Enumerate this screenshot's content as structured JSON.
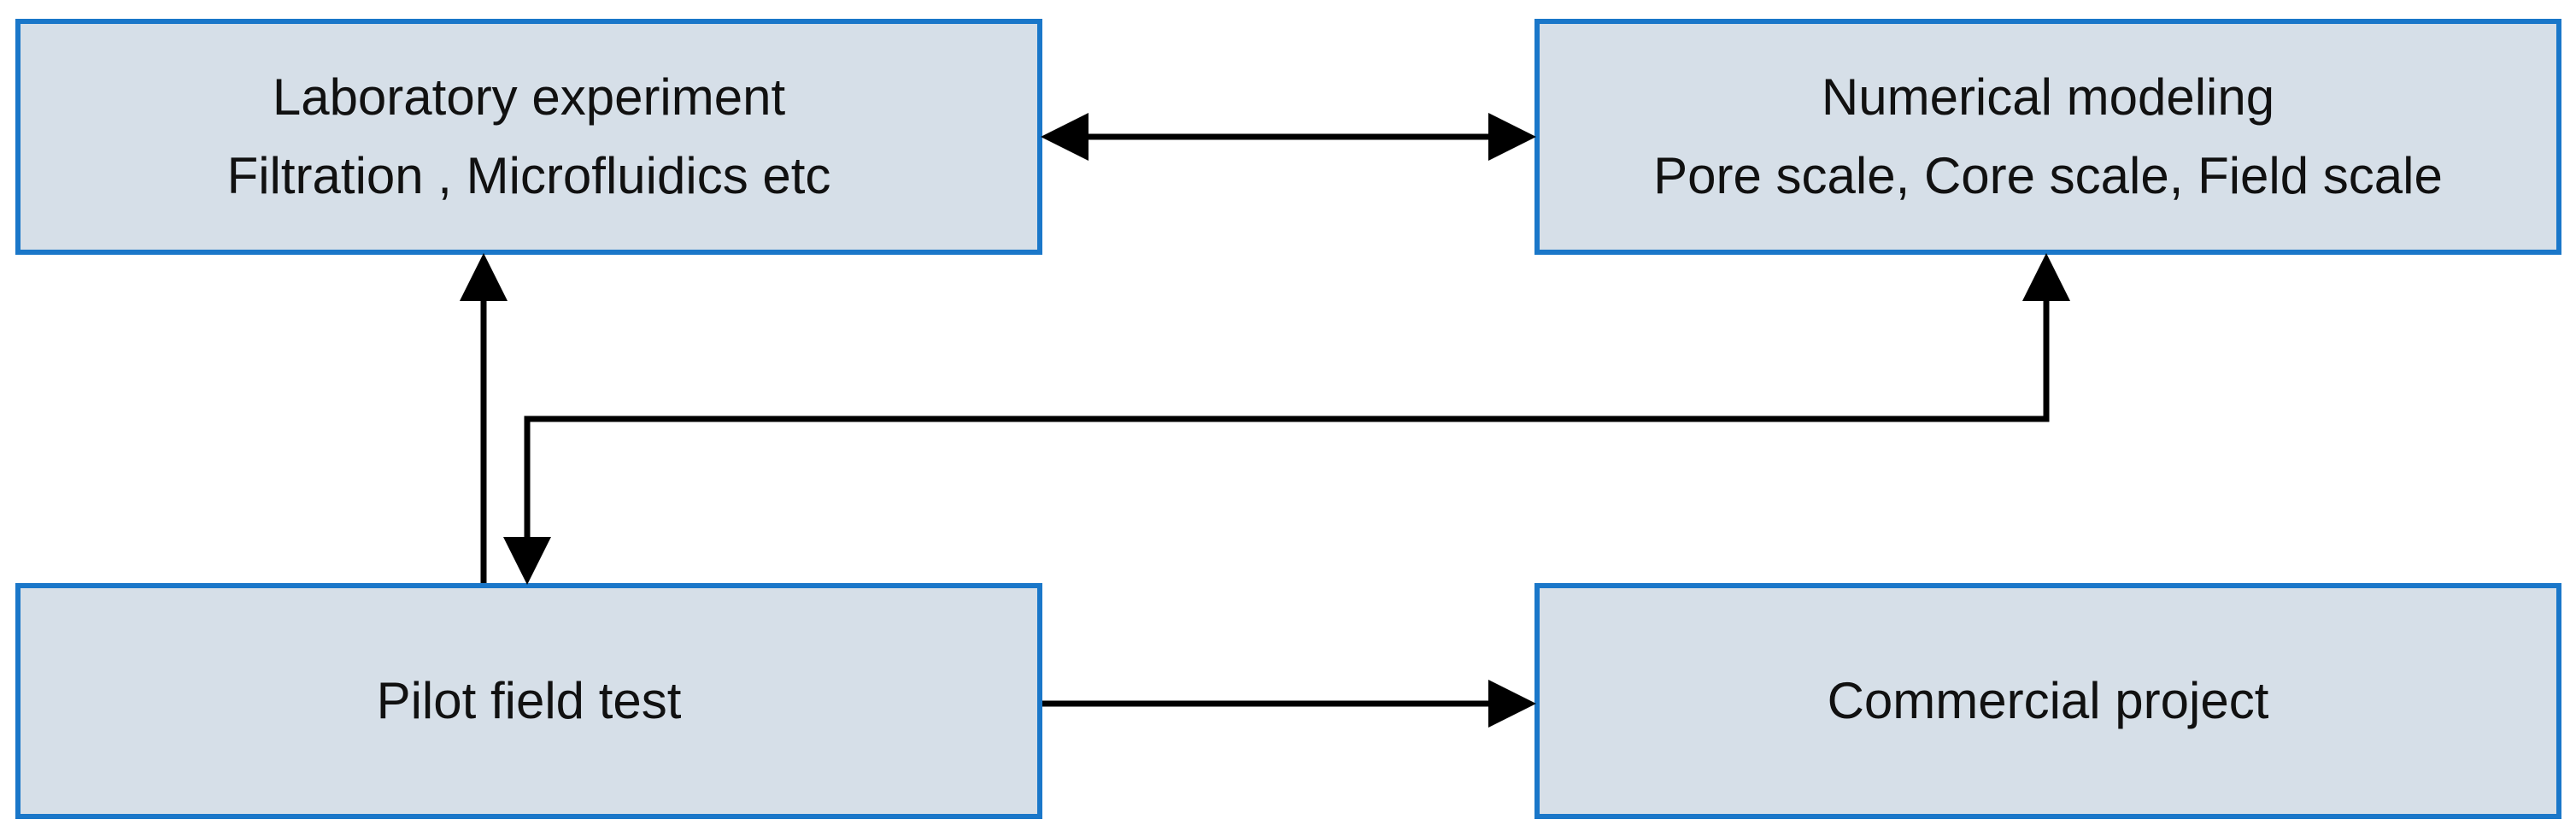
{
  "boxes": {
    "laboratory": {
      "line1": "Laboratory experiment",
      "line2": "Filtration , Microfluidics etc"
    },
    "numerical": {
      "line1": "Numerical modeling",
      "line2": "Pore scale, Core scale, Field scale"
    },
    "pilot": {
      "label": "Pilot field test"
    },
    "commercial": {
      "label": "Commercial project"
    }
  },
  "colors": {
    "box_fill": "#d6dfe8",
    "box_border": "#1a77c9",
    "arrow": "#000000",
    "text": "#111111"
  }
}
